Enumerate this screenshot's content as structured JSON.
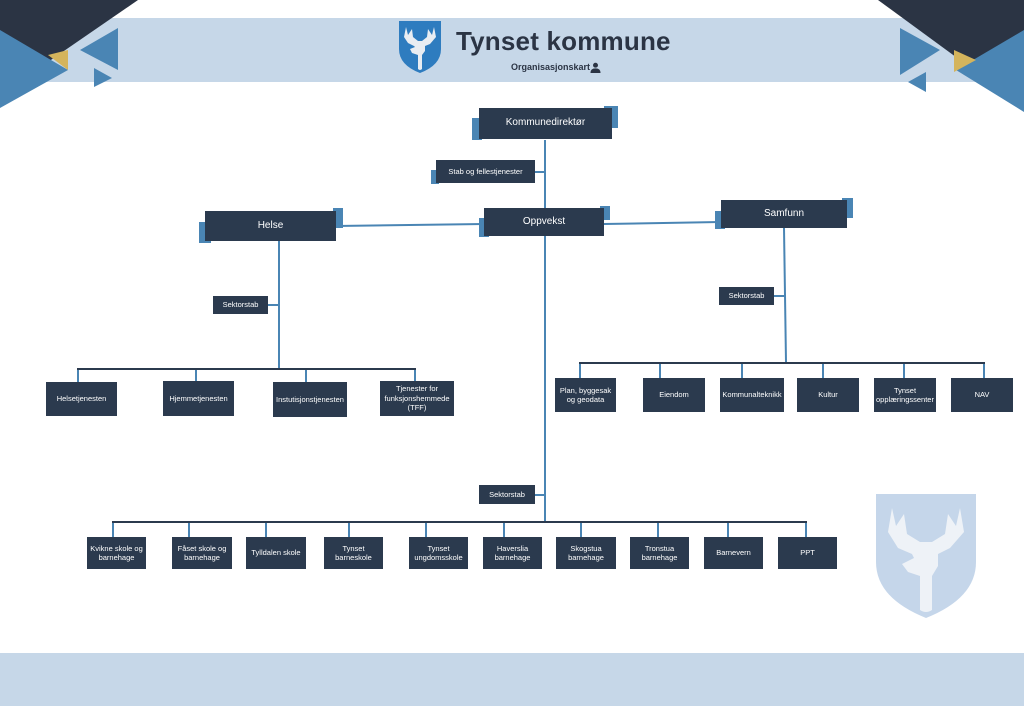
{
  "header": {
    "title": "Tynset kommune",
    "subtitle": "Organisasjonskart",
    "subtitle_icon": "user-icon"
  },
  "colors": {
    "node_bg": "#2b3a4e",
    "accent_blue": "#4a85b4",
    "band_light": "#c6d7e8",
    "corner_dark": "#2b3444",
    "corner_gold": "#d4b45c",
    "crest_blue": "#2e7cbf"
  },
  "org": {
    "top": "Kommunedirektør",
    "staff": "Stab og fellestjenester",
    "sectors": {
      "helse": {
        "label": "Helse",
        "sektorstab": "Sektorstab",
        "units": [
          "Helsetjenesten",
          "Hjemmetjenesten",
          "Instutisjonstjenesten",
          "Tjenester for funksjonshemmede (TFF)"
        ]
      },
      "oppvekst": {
        "label": "Oppvekst",
        "sektorstab": "Sektorstab",
        "units": [
          "Kvikne skole og barnehage",
          "Fåset skole og barnehage",
          "Tylldalen skole",
          "Tynset barneskole",
          "Tynset ungdomsskole",
          "Haverslia barnehage",
          "Skogstua barnehage",
          "Tronstua barnehage",
          "Barnevern",
          "PPT"
        ]
      },
      "samfunn": {
        "label": "Samfunn",
        "sektorstab": "Sektorstab",
        "units": [
          "Plan, byggesak og geodata",
          "Eiendom",
          "Kommunalteknikk",
          "Kultur",
          "Tynset opplæringssenter",
          "NAV"
        ]
      }
    }
  }
}
